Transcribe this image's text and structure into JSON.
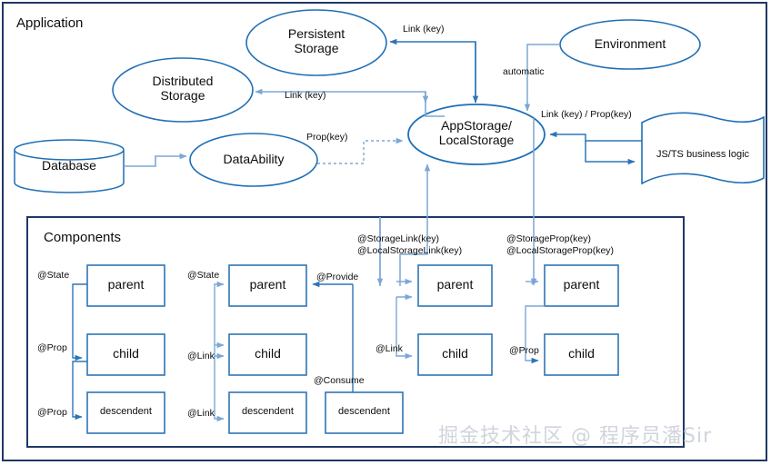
{
  "diagram": {
    "title": "Application",
    "watermark": "掘金技术社区 @ 程序员潘Sir",
    "colors": {
      "frame": "#1f3864",
      "ellipse_stroke": "#1f6fb5",
      "box_stroke": "#2e75b6",
      "connector_dark": "#2e75b6",
      "connector_light": "#7ba7d7",
      "text": "#0d0d0d",
      "watermark": "#d0d4dc"
    },
    "nodes": {
      "persistent_storage": "Persistent\nStorage",
      "distributed_storage": "Distributed\nStorage",
      "database": "Database",
      "data_ability": "DataAbility",
      "app_storage": "AppStorage/\nLocalStorage",
      "environment": "Environment",
      "business_logic": "JS/TS business logic"
    },
    "edge_labels": {
      "persistent_link": "Link (key)",
      "distributed_link": "Link (key)",
      "data_ability_prop": "Prop(key)",
      "environment_automatic": "automatic",
      "business_link_prop": "Link (key) / Prop(key)"
    },
    "components": {
      "title": "Components",
      "groups": [
        {
          "id": "state-prop",
          "header": "",
          "boxes": [
            {
              "label": "parent",
              "size": "lg"
            },
            {
              "label": "child",
              "size": "lg"
            },
            {
              "label": "descendent",
              "size": "sm"
            }
          ],
          "arrow_labels": [
            "@State",
            "@Prop",
            "@Prop"
          ]
        },
        {
          "id": "state-link",
          "header": "",
          "boxes": [
            {
              "label": "parent",
              "size": "lg"
            },
            {
              "label": "child",
              "size": "lg"
            },
            {
              "label": "descendent",
              "size": "sm"
            }
          ],
          "arrow_labels": [
            "@State",
            "@Link",
            "@Link"
          ]
        },
        {
          "id": "provide-consume",
          "header": "",
          "boxes": [
            {
              "label": "descendent",
              "size": "sm"
            }
          ],
          "arrow_labels": [
            "@Provide",
            "@Consume"
          ]
        },
        {
          "id": "storage-link",
          "header": "@StorageLink(key)\n@LocalStorageLink(key)",
          "boxes": [
            {
              "label": "parent",
              "size": "lg"
            },
            {
              "label": "child",
              "size": "lg"
            }
          ],
          "arrow_labels": [
            "@Link"
          ]
        },
        {
          "id": "storage-prop",
          "header": "@StorageProp(key)\n@LocalStorageProp(key)",
          "boxes": [
            {
              "label": "parent",
              "size": "lg"
            },
            {
              "label": "child",
              "size": "lg"
            }
          ],
          "arrow_labels": [
            "@Prop"
          ]
        }
      ]
    }
  }
}
